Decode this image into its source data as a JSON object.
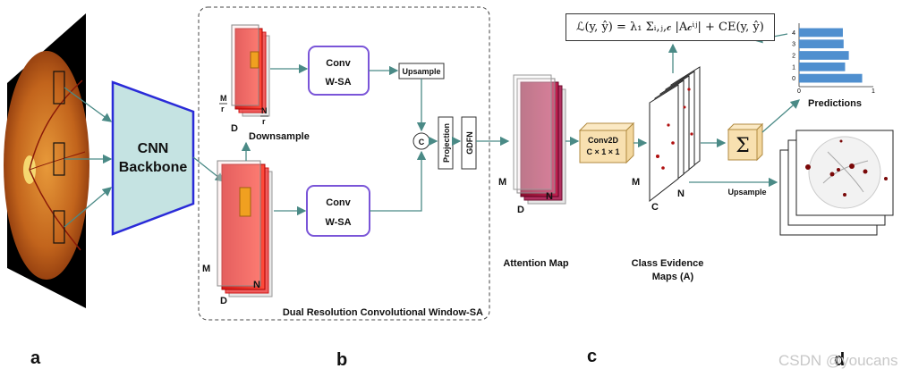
{
  "panel_labels": {
    "a": "a",
    "b": "b",
    "c": "c",
    "d": "d"
  },
  "backbone": {
    "line1": "CNN",
    "line2": "Backbone"
  },
  "dual_res": {
    "title": "Dual Resolution Convolutional Window-SA",
    "conv_top_1": "Conv",
    "conv_top_2": "W-SA",
    "conv_bot_1": "Conv",
    "conv_bot_2": "W-SA",
    "upsample": "Upsample",
    "downsample": "Downsample",
    "concat": "C",
    "projection": "Projection",
    "gdfn": "GDFN",
    "dim_M_over_r": "M",
    "dim_r": "r",
    "dim_N_over_r": "N",
    "dim_r2": "r",
    "dim_D_top": "D",
    "dim_M": "M",
    "dim_D": "D",
    "dim_N": "N"
  },
  "attention": {
    "title": "Attention Map",
    "dim_M": "M",
    "dim_D": "D",
    "dim_N": "N"
  },
  "conv2d": {
    "line1": "Conv2D",
    "line2": "C × 1 × 1"
  },
  "class_evidence": {
    "title_line1": "Class Evidence",
    "title_line2": "Maps (A)",
    "dim_M": "M",
    "dim_N": "N",
    "dim_C": "C",
    "upsample": "Upsample"
  },
  "sum_symbol": "Σ",
  "loss": {
    "formula": "ℒ(y, ŷ) = λ₁ Σᵢ,ⱼ,𝒸 |A𝒸ⁱʲ| + CE(y, ŷ)"
  },
  "predictions": {
    "title": "Predictions",
    "x_ticks": [
      "0",
      "1"
    ],
    "y_ticks": [
      "0",
      "1",
      "2",
      "3",
      "4"
    ]
  },
  "watermark": "CSDN @youcans",
  "colors": {
    "backbone_fill": "#c5e3e2",
    "backbone_stroke": "#2a2bd8",
    "conv_stroke": "#7a55d8",
    "arrow": "#4a8a86",
    "bar": "#4f8fcf",
    "sum_fill": "#f8e0b0"
  },
  "chart_data": {
    "type": "bar",
    "orientation": "horizontal",
    "categories": [
      "0",
      "1",
      "2",
      "3",
      "4"
    ],
    "values": [
      0.85,
      0.62,
      0.67,
      0.6,
      0.59
    ],
    "xlim": [
      0,
      1
    ],
    "title": "Predictions"
  }
}
